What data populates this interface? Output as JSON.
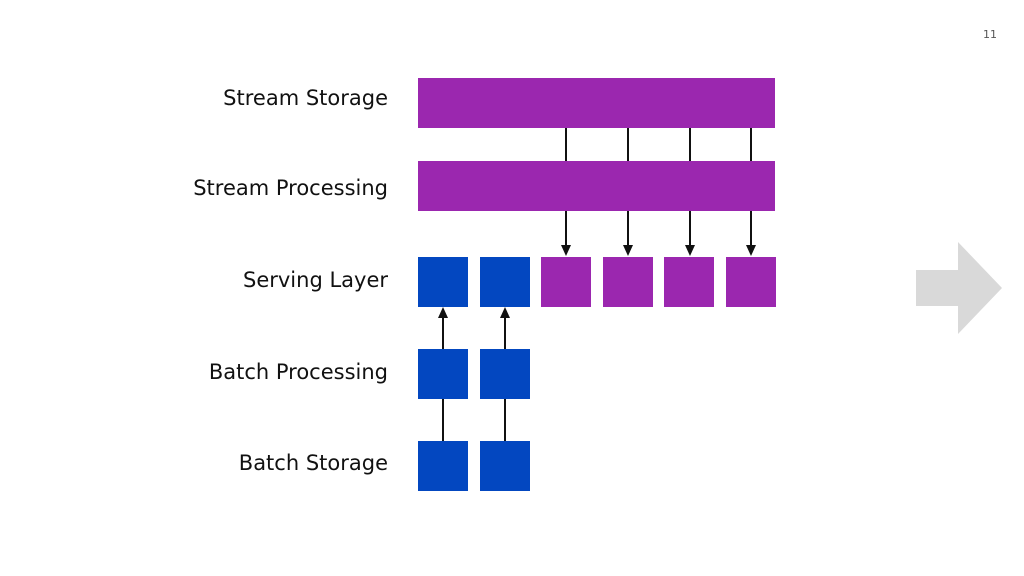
{
  "page_number": "11",
  "layers": {
    "stream_storage": "Stream Storage",
    "stream_processing": "Stream Processing",
    "serving_layer": "Serving Layer",
    "batch_processing": "Batch Processing",
    "batch_storage": "Batch Storage"
  },
  "colors": {
    "stream": "#9b27af",
    "batch": "#0347c0",
    "arrow": "#111111",
    "next_arrow": "#d9d9d9"
  },
  "icons": {
    "next": "right-arrow-icon"
  }
}
